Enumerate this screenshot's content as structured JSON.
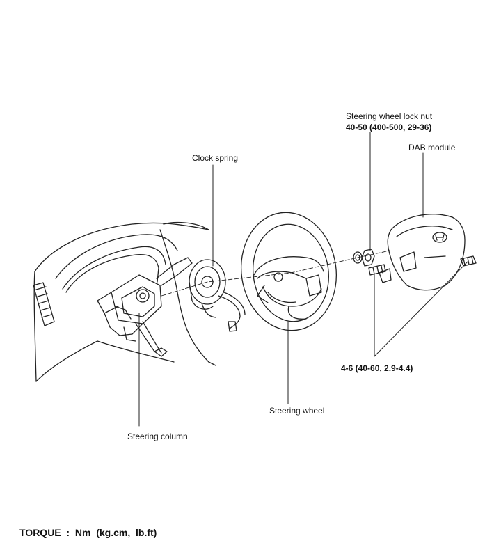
{
  "labels": {
    "lock_nut_title": "Steering wheel lock nut",
    "lock_nut_torque": "40-50  (400-500,  29-36)",
    "dab_module": "DAB module",
    "clock_spring": "Clock spring",
    "bolt_torque": "4-6  (40-60,  2.9-4.4)",
    "steering_wheel": "Steering wheel",
    "steering_column": "Steering column"
  },
  "footer": {
    "torque_units": "TORQUE  :  Nm  (kg.cm,  lb.ft)"
  }
}
